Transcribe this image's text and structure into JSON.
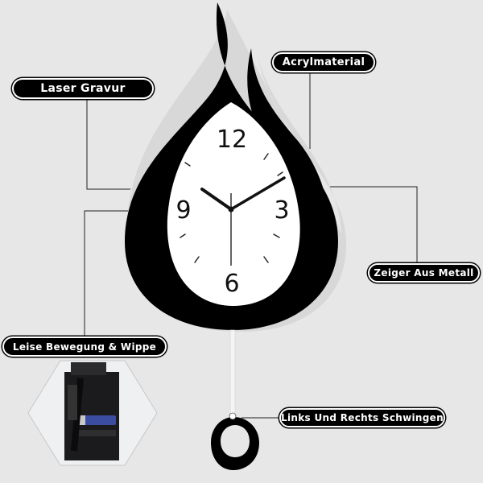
{
  "labels": {
    "laser": "Laser Gravur",
    "acryl": "Acrylmaterial",
    "zeiger": "Zeiger Aus Metall",
    "leise": "Leise Bewegung & Wippe",
    "links": "Links Und Rechts Schwingen"
  },
  "clock": {
    "numerals": {
      "n12": "12",
      "n3": "3",
      "n6": "6",
      "n9": "9"
    }
  },
  "colors": {
    "background": "#e7e7e7",
    "clock_body": "#000000",
    "dial_face": "#ffffff",
    "label_bg": "#000000",
    "label_text": "#ffffff"
  }
}
